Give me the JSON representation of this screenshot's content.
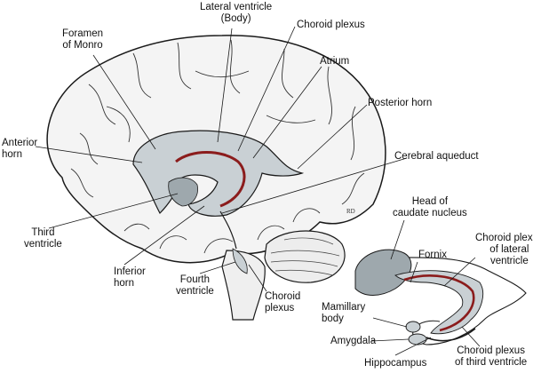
{
  "labels": {
    "lateral_ventricle_1": "Lateral ventricle",
    "lateral_ventricle_2": "(Body)",
    "foramen_1": "Foramen",
    "foramen_2": "of Monro",
    "choroid_plexus_top": "Choroid plexus",
    "atrium": "Atrium",
    "posterior_horn": "Posterior horn",
    "anterior_horn_1": "Anterior",
    "anterior_horn_2": "horn",
    "cerebral_aqueduct": "Cerebral aqueduct",
    "head_caudate_1": "Head of",
    "head_caudate_2": "caudate nucleus",
    "third_ventricle_1": "Third",
    "third_ventricle_2": "ventricle",
    "fornix": "Fornix",
    "cp_lateral_1": "Choroid plexus",
    "cp_lateral_2": "of lateral",
    "cp_lateral_3": "ventricle",
    "inferior_horn_1": "Inferior",
    "inferior_horn_2": "horn",
    "fourth_ventricle_1": "Fourth",
    "fourth_ventricle_2": "ventricle",
    "choroid_plexus_bottom_1": "Choroid",
    "choroid_plexus_bottom_2": "plexus",
    "mamillary_1": "Mamillary",
    "mamillary_2": "body",
    "amygdala": "Amygdala",
    "cp_third_1": "Choroid plexus",
    "cp_third_2": "of third ventricle",
    "hippocampus": "Hippocampus"
  },
  "colors": {
    "outline": "#1a1a1a",
    "ventricle_fill": "#c9d0d4",
    "ventricle_shade": "#9ea8ad",
    "choroid_red": "#8b1c1c"
  }
}
